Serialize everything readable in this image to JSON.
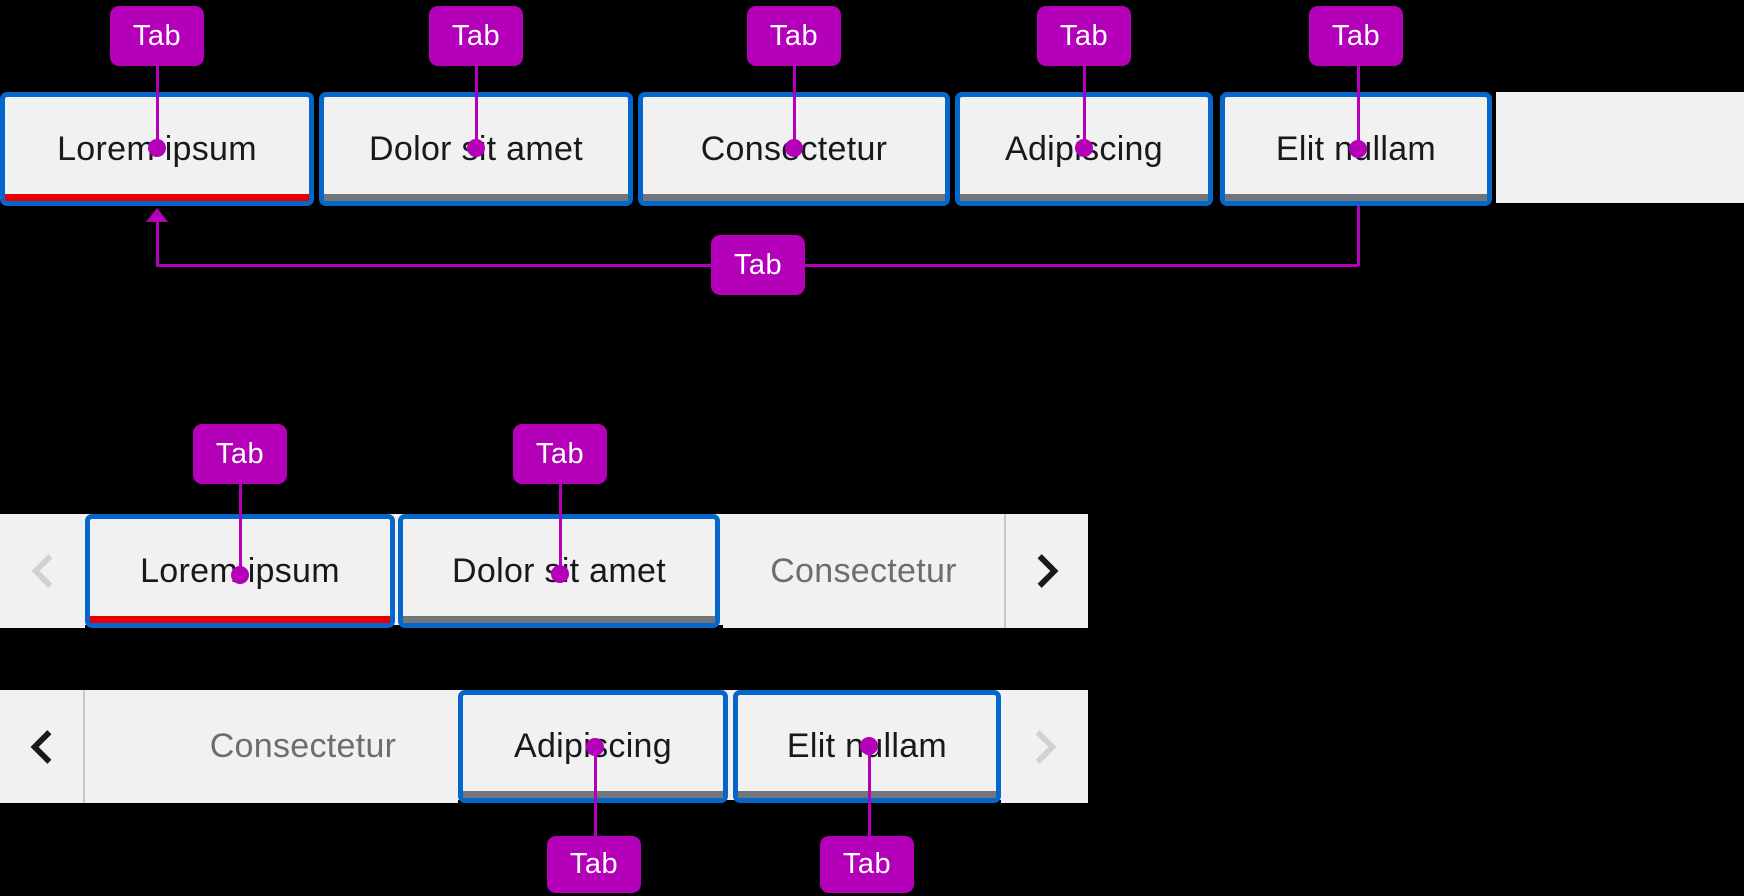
{
  "annotation": {
    "label": "Tab",
    "color": "#B400B9"
  },
  "colors": {
    "background": "#000000",
    "bar_background": "#F1F1F1",
    "tab_border_blue": "#0667CB",
    "selected_underline_red": "#E60000",
    "underline_gray": "#72767B",
    "tab_text": "#17191C",
    "overflow_tab_text": "#6A6E73",
    "chevron_enabled": "#17191C",
    "chevron_disabled": "#D1D1D3",
    "divider": "#C7C7C9"
  },
  "bars": {
    "top": {
      "tabs": [
        {
          "label": "Lorem ipsum",
          "selected": true
        },
        {
          "label": "Dolor sit amet",
          "selected": false
        },
        {
          "label": "Consectetur",
          "selected": false
        },
        {
          "label": "Adipiscing",
          "selected": false
        },
        {
          "label": "Elit nullam",
          "selected": false
        }
      ]
    },
    "middle": {
      "scroll_left_disabled": true,
      "scroll_right_disabled": false,
      "tabs": [
        {
          "label": "Lorem ipsum",
          "selected": true
        },
        {
          "label": "Dolor sit amet",
          "selected": false
        }
      ],
      "overflow_tab": {
        "label": "Consectetur"
      }
    },
    "bottom": {
      "scroll_left_disabled": false,
      "scroll_right_disabled": true,
      "overflow_tab": {
        "label": "Consectetur"
      },
      "tabs": [
        {
          "label": "Adipiscing",
          "selected": false
        },
        {
          "label": "Elit nullam",
          "selected": false
        }
      ]
    }
  }
}
